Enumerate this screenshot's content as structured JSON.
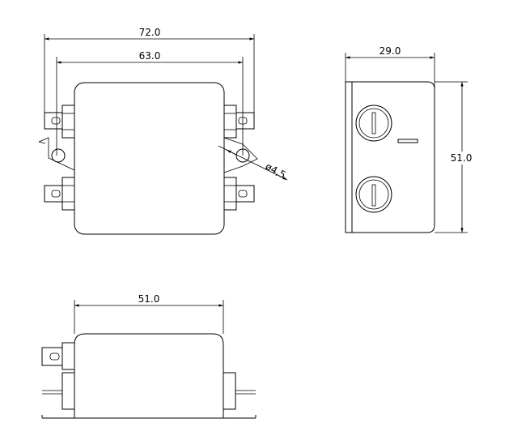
{
  "dimensions": {
    "front_overall_width": "72.0",
    "front_hole_spacing": "63.0",
    "mount_hole_diameter": "ø4,5",
    "side_depth": "29.0",
    "side_height": "51.0",
    "bottom_width": "51.0"
  },
  "colors": {
    "line": "#000000",
    "background": "#ffffff"
  }
}
